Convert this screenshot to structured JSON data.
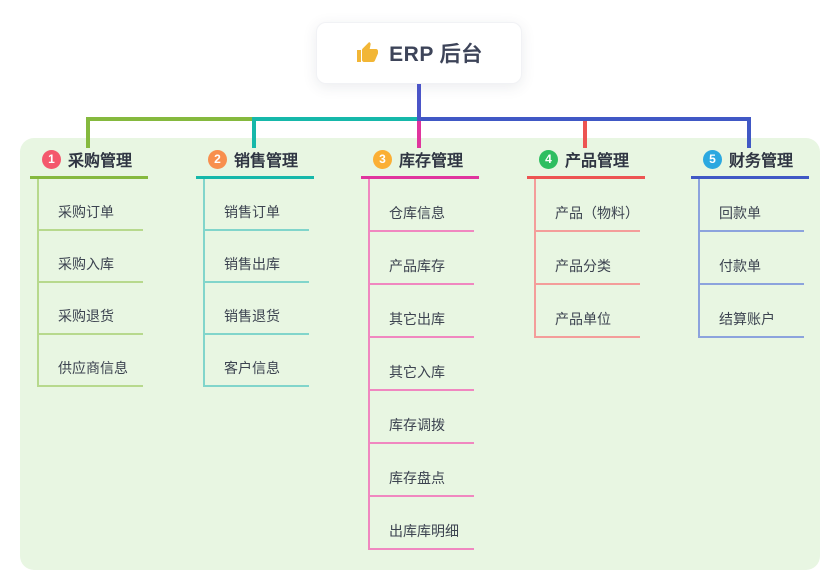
{
  "root": {
    "label": "ERP 后台",
    "icon": "thumbs-up-icon"
  },
  "palette": {
    "panel_background": "#e8f6e2",
    "trunk_line": "#4b55c8",
    "root_text": "#3d4459"
  },
  "branches": [
    {
      "badge": "1",
      "label": "采购管理",
      "color": "#85b93e",
      "light_color": "#b7d98d",
      "badge_color": "#f4586c",
      "children": [
        "采购订单",
        "采购入库",
        "采购退货",
        "供应商信息"
      ]
    },
    {
      "badge": "2",
      "label": "销售管理",
      "color": "#16b8aa",
      "light_color": "#81d5cb",
      "badge_color": "#f88f4d",
      "children": [
        "销售订单",
        "销售出库",
        "销售退货",
        "客户信息"
      ]
    },
    {
      "badge": "3",
      "label": "库存管理",
      "color": "#e0359e",
      "light_color": "#f087c0",
      "badge_color": "#fbaf34",
      "children": [
        "仓库信息",
        "产品库存",
        "其它出库",
        "其它入库",
        "库存调拨",
        "库存盘点",
        "出库库明细"
      ]
    },
    {
      "badge": "4",
      "label": "产品管理",
      "color": "#ed5452",
      "light_color": "#f49d9a",
      "badge_color": "#2ebe60",
      "children": [
        "产品（物料）",
        "产品分类",
        "产品单位"
      ]
    },
    {
      "badge": "5",
      "label": "财务管理",
      "color": "#4058c5",
      "light_color": "#8ca3dd",
      "badge_color": "#2ba8e0",
      "children": [
        "回款单",
        "付款单",
        "结算账户"
      ]
    }
  ]
}
